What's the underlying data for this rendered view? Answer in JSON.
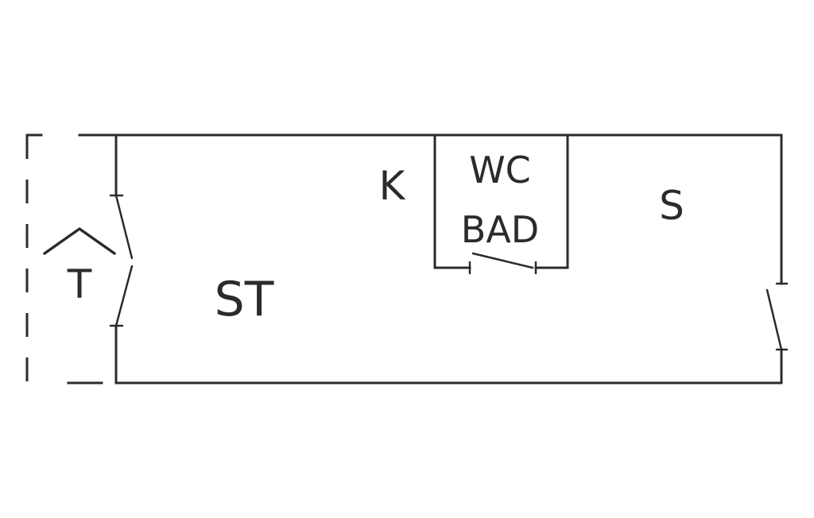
{
  "rooms": {
    "living": "ST",
    "kitchen": "K",
    "bathroom_line1": "WC",
    "bathroom_line2": "BAD",
    "bedroom": "S",
    "entrance": "T"
  },
  "icons": {
    "entrance_marker": "caret-up-icon"
  },
  "colors": {
    "line": "#2b2b2b",
    "background": "#ffffff"
  }
}
